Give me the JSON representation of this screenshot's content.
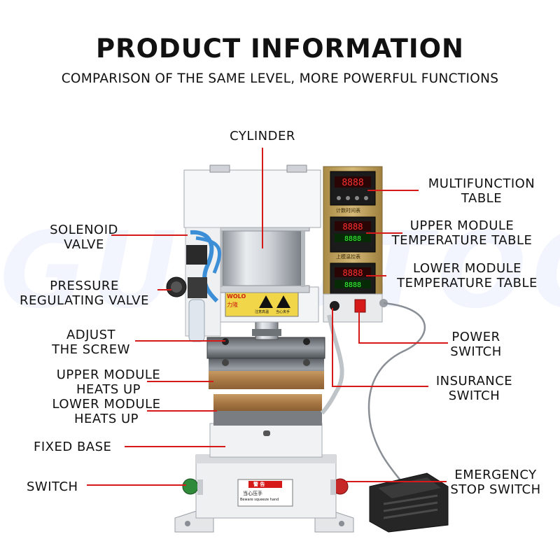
{
  "header": {
    "title": "PRODUCT INFORMATION",
    "subtitle": "COMPARISON OF THE SAME LEVEL, MORE POWERFUL FUNCTIONS"
  },
  "watermark": "GURUTOOL",
  "machine": {
    "brand_mark": "WOLO",
    "brand_cn": "力隆",
    "warning_label_left": "注意高温",
    "warning_label_right": "当心夹手",
    "panel_top_caption": "计数时间表",
    "panel_mid_caption": "上模温控表",
    "base_sticker_top": "警 告",
    "base_sticker_cn": "当心压手",
    "base_sticker_en": "Beware squeeze hand"
  },
  "labels": {
    "cylinder": [
      "CYLINDER"
    ],
    "solenoid_valve": [
      "SOLENOID",
      "VALVE"
    ],
    "pressure_regulating_valve": [
      "PRESSURE",
      "REGULATING VALVE"
    ],
    "adjust_the_screw": [
      "ADJUST",
      "THE SCREW"
    ],
    "upper_module_heats_up": [
      "UPPER MODULE",
      "HEATS UP"
    ],
    "lower_module_heats_up": [
      "LOWER MODULE",
      "HEATS UP"
    ],
    "fixed_base": [
      "FIXED BASE"
    ],
    "switch": [
      "SWITCH"
    ],
    "multifunction_table": [
      "MULTIFUNCTION",
      "TABLE"
    ],
    "upper_module_temperature_table": [
      "UPPER MODULE",
      "TEMPERATURE TABLE"
    ],
    "lower_module_temperature_table": [
      "LOWER MODULE",
      "TEMPERATURE TABLE"
    ],
    "power_switch": [
      "POWER",
      "SWITCH"
    ],
    "insurance_switch": [
      "INSURANCE",
      "SWITCH"
    ],
    "emergency_stop_switch": [
      "EMERGENCY",
      "STOP SWITCH"
    ]
  },
  "colors": {
    "callout_line": "#d61a1a",
    "panel_gold": "#b89a52",
    "display_red": "#ff3030",
    "button_green": "#2f8a3a",
    "button_red": "#c62828"
  }
}
